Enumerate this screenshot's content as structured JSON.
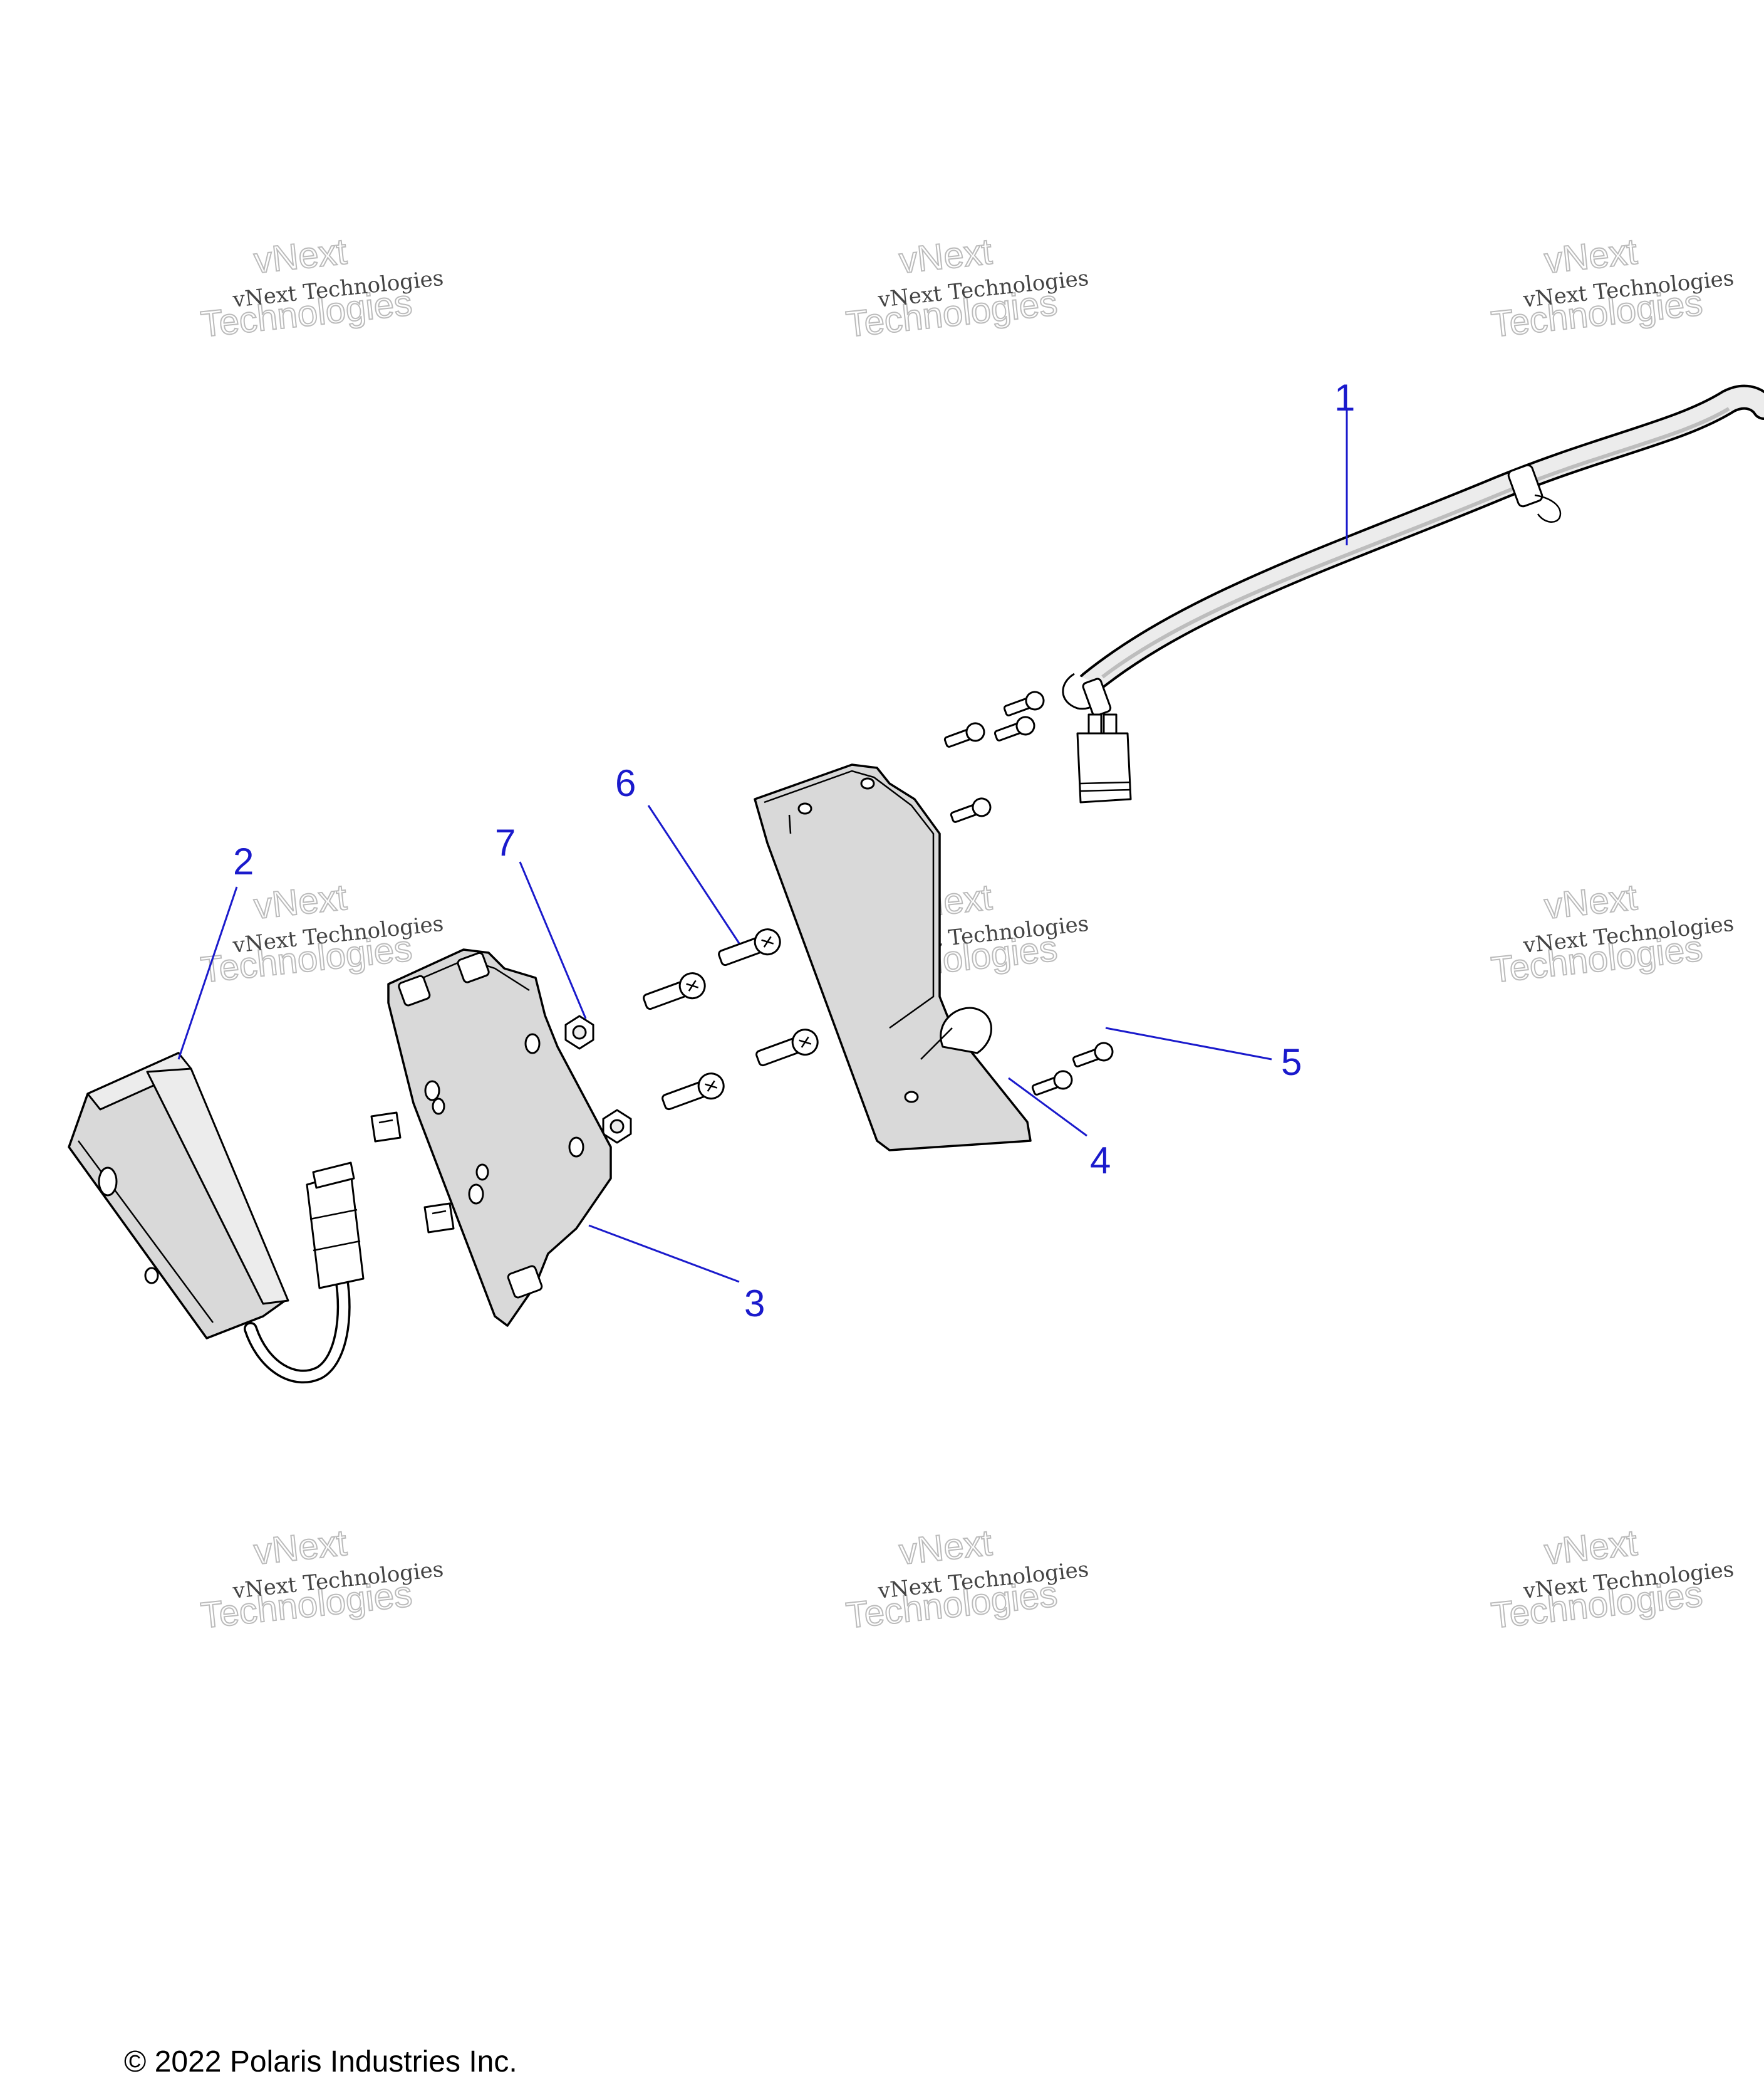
{
  "watermark": {
    "line1": "vNext Technologies",
    "line2": "vNext",
    "line3": "Technologies"
  },
  "callouts": [
    {
      "number": "1"
    },
    {
      "number": "2"
    },
    {
      "number": "3"
    },
    {
      "number": "4"
    },
    {
      "number": "5"
    },
    {
      "number": "6"
    },
    {
      "number": "7"
    }
  ],
  "colors": {
    "callout": "#1a1acc",
    "part_fill": "#d9d9d9",
    "outline": "#000000"
  },
  "copyright": "© 2022 Polaris Industries Inc."
}
